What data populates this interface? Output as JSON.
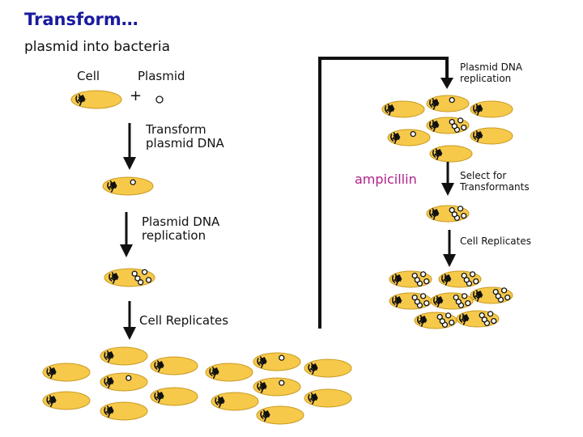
{
  "title": "Transform…",
  "subtitle": "plasmid into bacteria",
  "labels": {
    "cell": "Cell",
    "plasmid": "Plasmid",
    "plus": "+",
    "transform": "Transform\nplasmid DNA",
    "replication_left": "Plasmid DNA\nreplication",
    "cell_replicates_left": "Cell Replicates",
    "replication_right": "Plasmid DNA\nreplication",
    "select": "Select for\nTransformants",
    "cell_replicates_right": "Cell Replicates",
    "ampicillin": "ampicillin"
  },
  "colors": {
    "cell_fill": "#f6c94a",
    "cell_stroke": "#c89a22",
    "arrow": "#111111",
    "ampicillin": "#b0208a",
    "title": "#1a1aa0"
  }
}
